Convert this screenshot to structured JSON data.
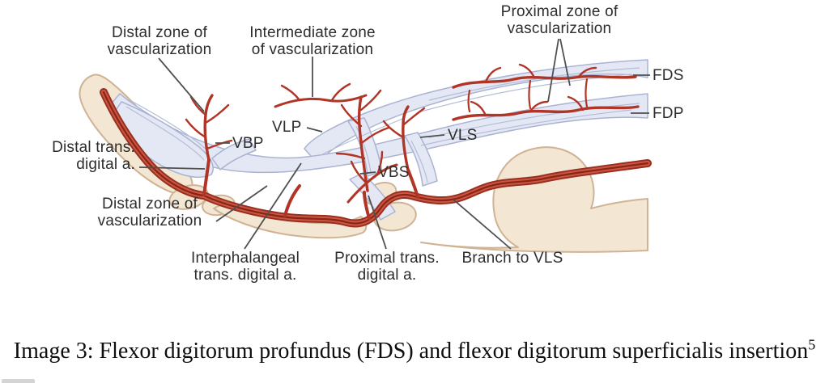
{
  "figure": {
    "caption": {
      "text": "Image 3: Flexor digitorum profundus (FDS) and flexor digitorum superficialis insertion",
      "superscript": "5"
    }
  },
  "labels": {
    "distal_zone_top": "Distal zone of\nvascularization",
    "intermediate_zone": "Intermediate zone\nof vascularization",
    "proximal_zone": "Proximal zone of\nvascularization",
    "fds": "FDS",
    "fdp": "FDP",
    "vlp": "VLP",
    "vbp": "VBP",
    "vls": "VLS",
    "vbs": "VBS",
    "distal_trans": "Distal trans.\ndigital a.",
    "distal_zone_bottom": "Distal zone of\nvascularization",
    "interphalangeal": "Interphalangeal\ntrans. digital a.",
    "proximal_trans": "Proximal trans.\ndigital a.",
    "branch_vls": "Branch to VLS"
  },
  "colors": {
    "background": "#ffffff",
    "bone_fill": "#f3e7d4",
    "bone_outline": "#cfb395",
    "tendon_fill": "#e4e8f4",
    "tendon_streak": "#b4bcd8",
    "artery_outline": "#9a2f1f",
    "artery_fill": "#c95845",
    "artery_core": "#8c2315",
    "vessel_red": "#b13527",
    "leader_line": "#4f4f4f",
    "label_text": "#2d2d2d"
  }
}
